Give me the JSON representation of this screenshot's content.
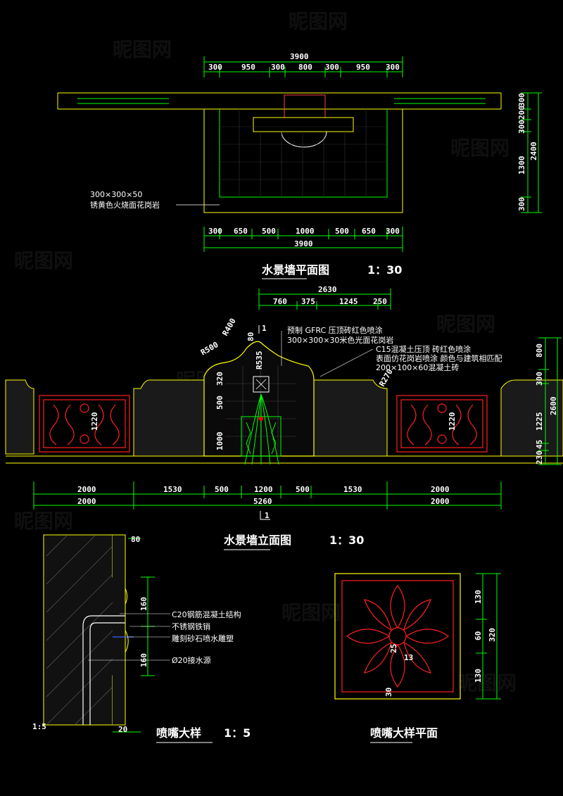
{
  "plan": {
    "title": "水景墙平面图",
    "scale": "1：30",
    "top_total": "3900",
    "top_segments": [
      "300",
      "950",
      "300",
      "800",
      "300",
      "950",
      "300"
    ],
    "bottom_segments": [
      "300",
      "650",
      "500",
      "1000",
      "500",
      "650",
      "300"
    ],
    "bottom_total": "3900",
    "right_dims": [
      "300",
      "200",
      "300",
      "1300",
      "300"
    ],
    "right_total": "2400",
    "note_line1": "300×300×50",
    "note_line2": "锈黄色火烧面花岗岩"
  },
  "elevation": {
    "title": "水景墙立面图",
    "scale": "1：30",
    "top_total": "2630",
    "top_segments": [
      "760",
      "375",
      "1245",
      "250"
    ],
    "section_mark": "1",
    "radii": [
      "R400",
      "R500",
      "R535",
      "R270",
      "80"
    ],
    "heights_center": [
      "500",
      "320",
      "1000"
    ],
    "panel_dim": "1220",
    "panel_dim_right": "1220",
    "notes": [
      "预制 GFRC 压顶砖红色喷涂",
      "300×300×30米色光面花岗岩",
      "C15混凝土压顶 砖红色喷涂",
      "表面仿花岗岩喷涂 颜色与建筑相匹配",
      "200×100×60混凝土砖"
    ],
    "right_dims": [
      "800",
      "300",
      "1225",
      "45",
      "230"
    ],
    "right_total": "2600",
    "bottom_row1": [
      "2000",
      "1530",
      "500",
      "1200",
      "500",
      "1530",
      "2000"
    ],
    "bottom_row2": [
      "2000",
      "5260",
      "2000"
    ]
  },
  "nozzle_detail": {
    "title": "喷嘴大样",
    "scale": "1：5",
    "dims": [
      "80",
      "160",
      "160",
      "20"
    ],
    "scale_mark": "1:5",
    "notes": [
      "C20钢筋混凝土结构",
      "不锈钢铁销",
      "雕刻砂石喷水雕塑",
      "Ø20接水源"
    ]
  },
  "nozzle_plan": {
    "title": "喷嘴大样平面",
    "dims": [
      "130",
      "60",
      "130"
    ],
    "total": "320",
    "inner_dims": [
      "25",
      "13",
      "30"
    ]
  },
  "watermark": "昵图网",
  "colors": {
    "line": "#ffff00",
    "dim": "#00ff00",
    "text": "#ffffff",
    "red": "#ff0000",
    "bg": "#000000"
  }
}
